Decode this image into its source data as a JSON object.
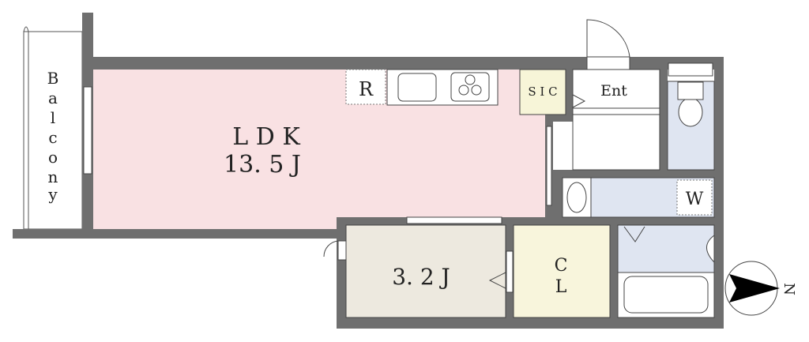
{
  "rooms": {
    "balcony": {
      "letters": [
        "B",
        "a",
        "l",
        "c",
        "o",
        "n",
        "y"
      ]
    },
    "ldk": {
      "name": "L D K",
      "size": "13. 5 J"
    },
    "refrigerator": {
      "label": "R"
    },
    "sic": {
      "label": "S I C"
    },
    "entrance": {
      "label": "Ent"
    },
    "washer": {
      "label": "W"
    },
    "western_room": {
      "size": "3. 2 J"
    },
    "closet": {
      "line1": "C",
      "line2": "L"
    }
  },
  "compass": {
    "label": "N"
  },
  "colors": {
    "wall": "#6f6f6f",
    "ldk": "#f9e1e3",
    "western_room": "#ede9df",
    "closet": "#f8f5dc",
    "wet_area": "#dfe5f1"
  }
}
